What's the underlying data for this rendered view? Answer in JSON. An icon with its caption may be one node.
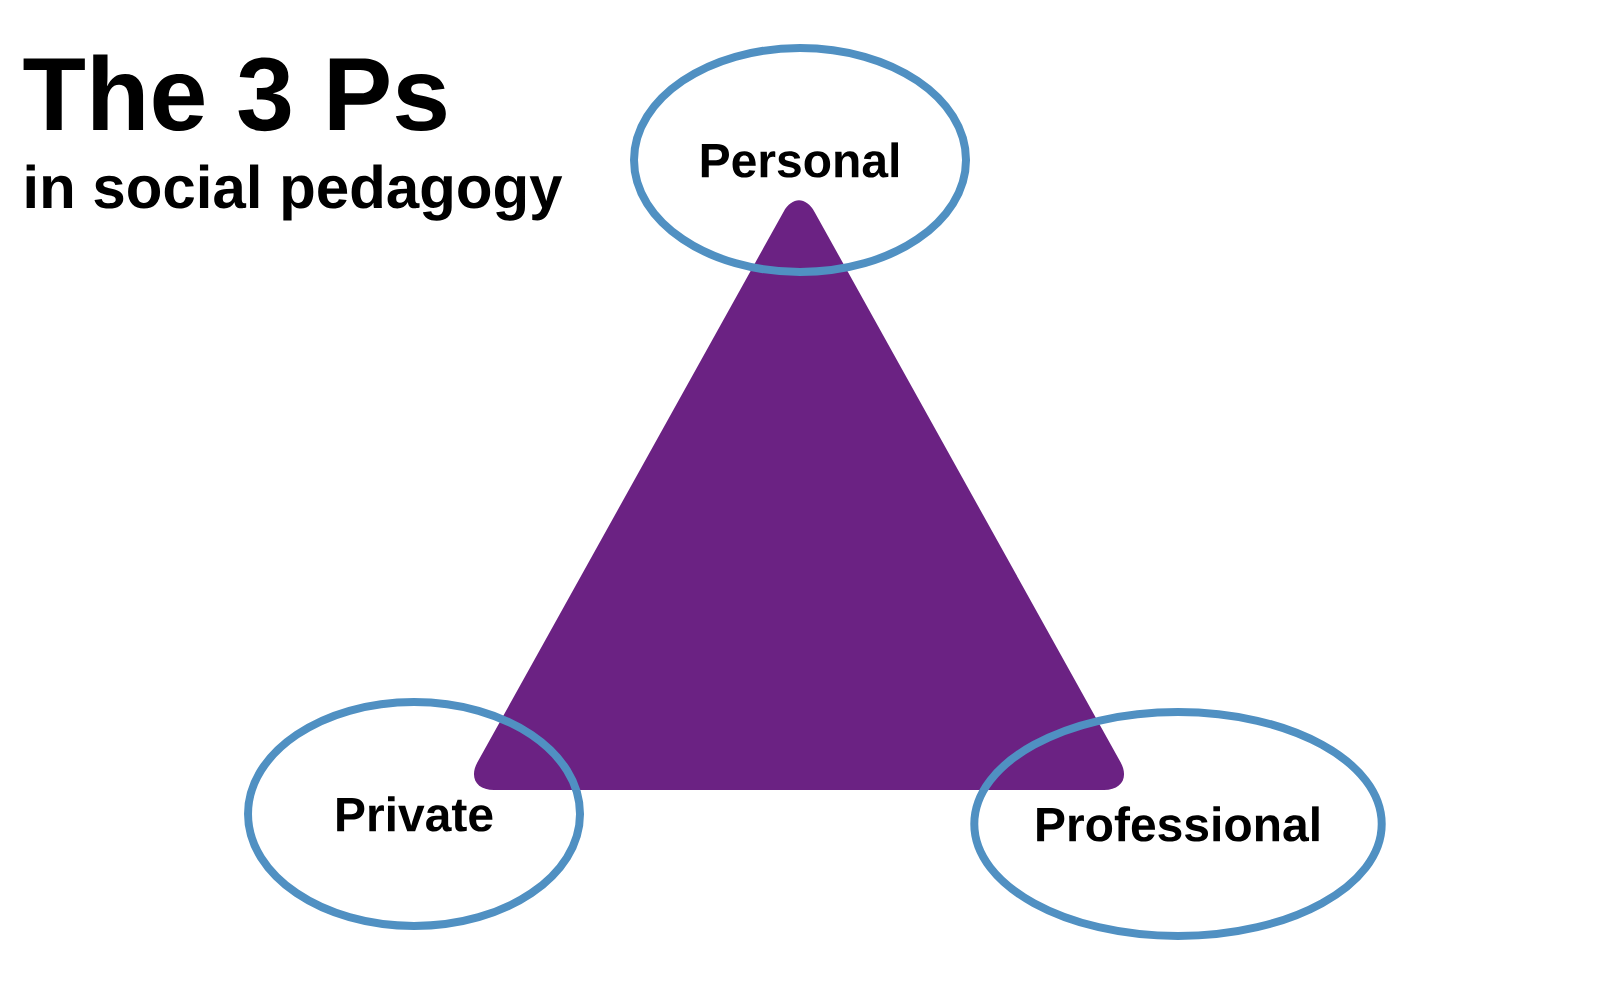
{
  "diagram": {
    "title": "The 3 Ps",
    "nodes": [
      {
        "text": [
          "Personal"
        ]
      },
      {
        "text": [],
        "shape": "triangle"
      },
      {
        "text": [
          "Private"
        ]
      },
      {
        "text": [
          "Professional"
        ]
      }
    ],
    "labels": [
      "in social pedagogy"
    ]
  }
}
